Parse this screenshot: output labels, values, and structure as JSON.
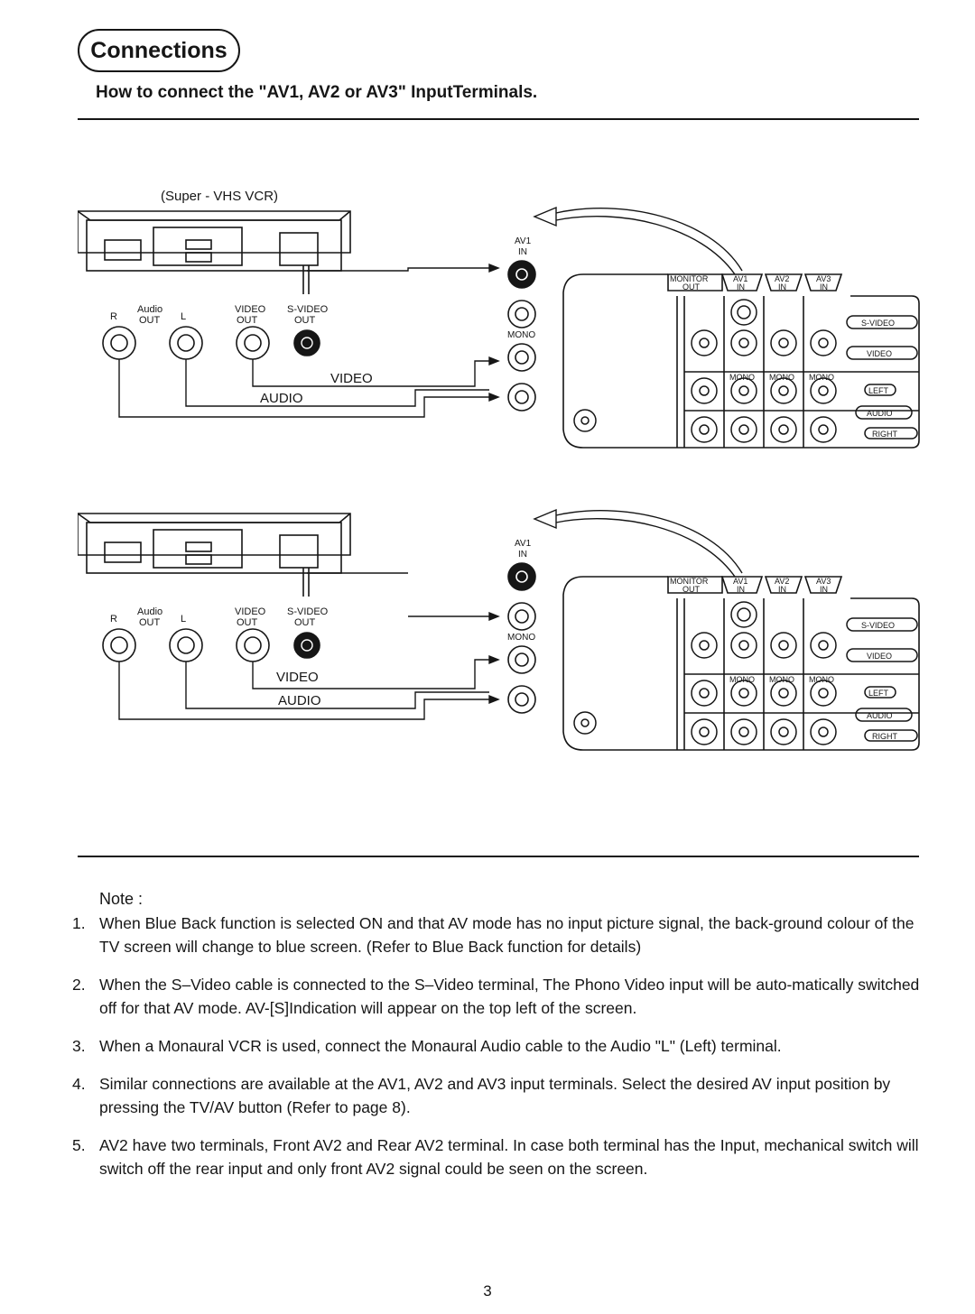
{
  "header": {
    "section_title": "Connections",
    "subtitle": "How to connect the \"AV1, AV2 or AV3\" InputTerminals."
  },
  "diagram_top": {
    "device_caption": "(Super - VHS VCR)",
    "audio_label": "Audio",
    "out_label": "OUT",
    "r_label": "R",
    "l_label": "L",
    "video_out_label": "VIDEO",
    "svideo_out_label": "S-VIDEO",
    "video_out_sub": "OUT",
    "svideo_out_sub": "OUT",
    "cable_video": "VIDEO",
    "cable_audio": "AUDIO",
    "front_av1": "AV1",
    "front_in": "IN",
    "front_mono": "MONO",
    "rear_monitor": "MONITOR",
    "rear_monitor_out": "OUT",
    "rear_av1": "AV1",
    "rear_av2": "AV2",
    "rear_av3": "AV3",
    "rear_in": "IN",
    "rear_mono": "MONO",
    "rear_svideo": "S-VIDEO",
    "rear_video": "VIDEO",
    "rear_left": "LEFT",
    "rear_audio": "AUDIO",
    "rear_right": "RIGHT"
  },
  "diagram_bottom": {
    "audio_label": "Audio",
    "out_label": "OUT",
    "r_label": "R",
    "l_label": "L",
    "video_out_label": "VIDEO",
    "svideo_out_label": "S-VIDEO",
    "video_out_sub": "OUT",
    "svideo_out_sub": "OUT",
    "cable_video": "VIDEO",
    "cable_audio": "AUDIO",
    "front_av1": "AV1",
    "front_in": "IN",
    "front_mono": "MONO",
    "rear_monitor": "MONITOR",
    "rear_monitor_out": "OUT",
    "rear_av1": "AV1",
    "rear_av2": "AV2",
    "rear_av3": "AV3",
    "rear_in": "IN",
    "rear_mono": "MONO",
    "rear_svideo": "S-VIDEO",
    "rear_video": "VIDEO",
    "rear_left": "LEFT",
    "rear_audio": "AUDIO",
    "rear_right": "RIGHT"
  },
  "notes": {
    "title": "Note :",
    "items": [
      {
        "num": "1.",
        "text": "When Blue Back function is selected ON and that AV mode has no input picture signal, the back-ground colour of the TV screen will change to blue screen. (Refer to Blue Back function for details)"
      },
      {
        "num": "2.",
        "text": "When the S–Video cable is connected to the S–Video terminal, The Phono Video input will be auto-matically switched off for that AV mode. AV-[S]Indication will appear on the top left of the screen."
      },
      {
        "num": "3.",
        "text": "When a Monaural VCR is used, connect the Monaural Audio cable to the Audio \"L\" (Left) terminal."
      },
      {
        "num": "4.",
        "text": "Similar connections are available at the AV1, AV2 and AV3 input terminals. Select the desired AV input position by pressing the TV/AV button (Refer to page 8)."
      },
      {
        "num": "5.",
        "text": "AV2 have two terminals, Front AV2 and Rear AV2 terminal. In case both terminal has the Input, mechanical switch will switch off the rear input and only front AV2 signal could be seen on the screen."
      }
    ]
  },
  "footer": {
    "page_number": "3"
  }
}
